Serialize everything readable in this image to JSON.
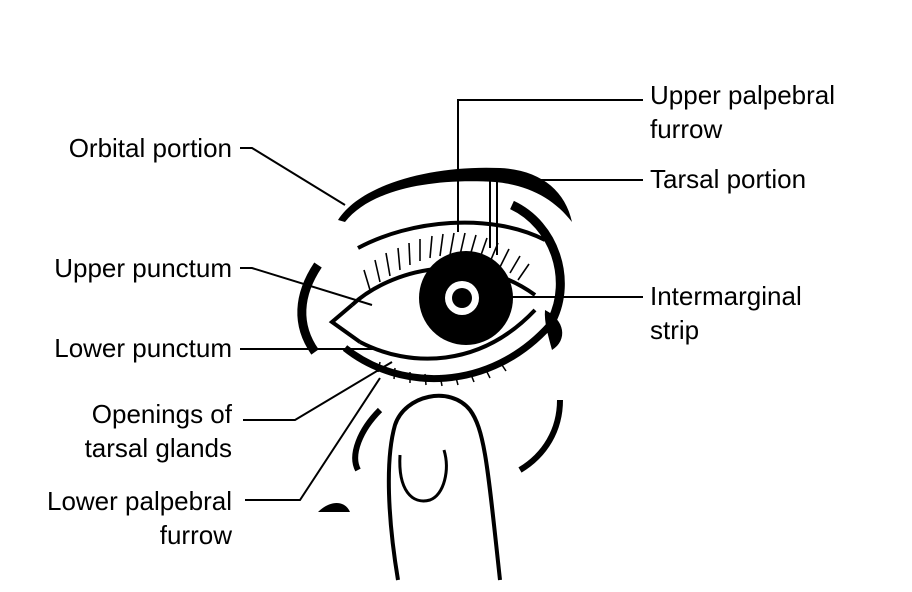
{
  "diagram": {
    "labels": {
      "orbital_portion": "Orbital portion",
      "upper_punctum": "Upper punctum",
      "lower_punctum": "Lower punctum",
      "openings_tarsal_glands": [
        "Openings of",
        "tarsal glands"
      ],
      "lower_palpebral_furrow": [
        "Lower palpebral",
        "furrow"
      ],
      "upper_palpebral_furrow": [
        "Upper palpebral",
        "furrow"
      ],
      "tarsal_portion": "Tarsal portion",
      "intermarginal_strip": [
        "Intermarginal",
        "strip"
      ]
    }
  }
}
